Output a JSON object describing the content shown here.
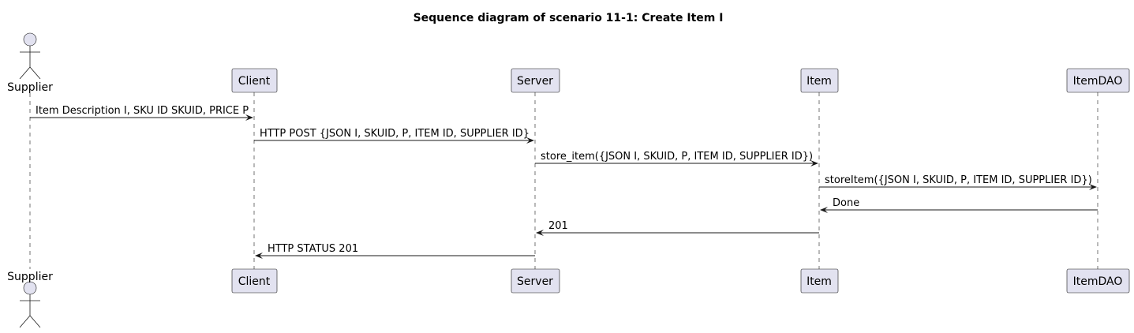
{
  "title": "Sequence diagram of scenario 11-1: Create Item I",
  "participants": [
    {
      "id": "supplier",
      "label": "Supplier",
      "kind": "actor"
    },
    {
      "id": "client",
      "label": "Client",
      "kind": "participant"
    },
    {
      "id": "server",
      "label": "Server",
      "kind": "participant"
    },
    {
      "id": "item",
      "label": "Item",
      "kind": "participant"
    },
    {
      "id": "itemdao",
      "label": "ItemDAO",
      "kind": "participant"
    }
  ],
  "messages": [
    {
      "from": "supplier",
      "to": "client",
      "label": "Item Description I, SKU ID SKUID, PRICE P"
    },
    {
      "from": "client",
      "to": "server",
      "label": "HTTP POST {JSON I, SKUID, P, ITEM ID, SUPPLIER ID}"
    },
    {
      "from": "server",
      "to": "item",
      "label": "store_item({JSON I, SKUID, P, ITEM ID, SUPPLIER ID})"
    },
    {
      "from": "item",
      "to": "itemdao",
      "label": "storeItem({JSON I, SKUID, P, ITEM ID, SUPPLIER ID})"
    },
    {
      "from": "itemdao",
      "to": "item",
      "label": "Done"
    },
    {
      "from": "item",
      "to": "server",
      "label": "201"
    },
    {
      "from": "server",
      "to": "client",
      "label": "HTTP STATUS 201"
    }
  ]
}
